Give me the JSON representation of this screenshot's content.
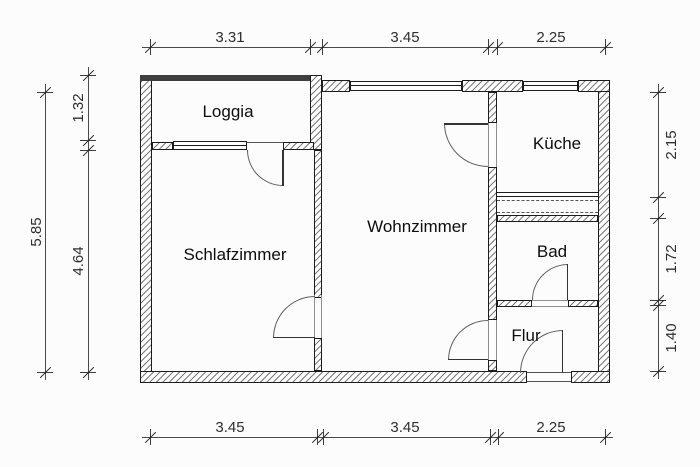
{
  "diagram_type": "apartment-floorplan",
  "rooms": {
    "loggia": {
      "label": "Loggia"
    },
    "schlafzimmer": {
      "label": "Schlafzimmer"
    },
    "wohnzimmer": {
      "label": "Wohnzimmer"
    },
    "kueche": {
      "label": "Küche"
    },
    "bad": {
      "label": "Bad"
    },
    "flur": {
      "label": "Flur"
    }
  },
  "dimensions": {
    "top": {
      "seg1": "3.31",
      "seg2": "3.45",
      "seg3": "2.25"
    },
    "bottom": {
      "seg1": "3.45",
      "seg2": "3.45",
      "seg3": "2.25"
    },
    "left": {
      "total": "5.85",
      "upper": "1.32",
      "lower": "4.64"
    },
    "right": {
      "upper": "2.15",
      "middle": "1.72",
      "lower": "1.40"
    }
  },
  "colors": {
    "wall_outline": "#1c1c1c",
    "hatch": "#7a7a7a",
    "dimension": "#3d3d3d",
    "background": "#fcfcfc"
  }
}
